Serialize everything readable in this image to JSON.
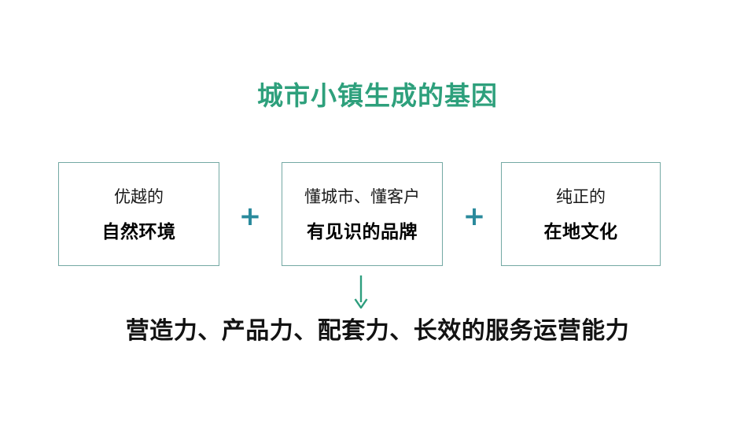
{
  "slide": {
    "title": "城市小镇生成的基因",
    "title_color": "#2EA07C",
    "background_color": "#ffffff"
  },
  "formula": {
    "box_border_color": "#74A9A4",
    "operator_color": "#2A8A9C",
    "boxes": [
      {
        "lead": "优越的",
        "main": "自然环境"
      },
      {
        "lead": "懂城市、懂客户",
        "main": "有见识的品牌"
      },
      {
        "lead": "纯正的",
        "main": "在地文化"
      }
    ],
    "operators": [
      {
        "symbol": "+"
      },
      {
        "symbol": "+"
      }
    ],
    "arrow": {
      "icon": "arrow-down-icon",
      "color": "#2E9E7E"
    }
  },
  "conclusion": {
    "text": "营造力、产品力、配套力、长效的服务运营能力",
    "color": "#121212"
  }
}
